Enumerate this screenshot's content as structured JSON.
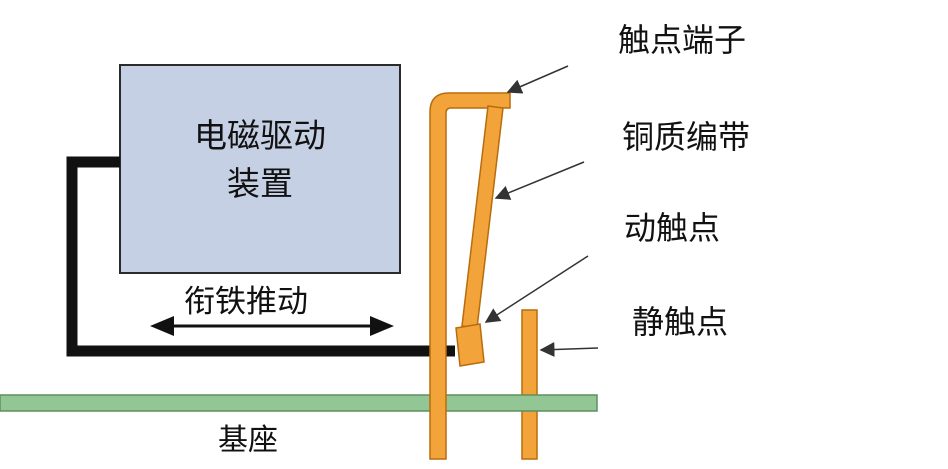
{
  "labels": {
    "coil_line1": "电磁驱动",
    "coil_line2": "装置",
    "armature": "衔铁推动",
    "base": "基座",
    "contact_terminal": "触点端子",
    "copper_braid": "铜质编带",
    "moving_contact": "动触点",
    "static_contact": "静触点"
  },
  "colors": {
    "coil_fill": "#c5d0e4",
    "coil_border": "#2b2b2b",
    "armature_rod": "#111111",
    "base_fill": "#93c695",
    "base_border": "#5e8f60",
    "copper_fill": "#f2a33a",
    "copper_border": "#b86c0d",
    "arrow": "#333333"
  }
}
